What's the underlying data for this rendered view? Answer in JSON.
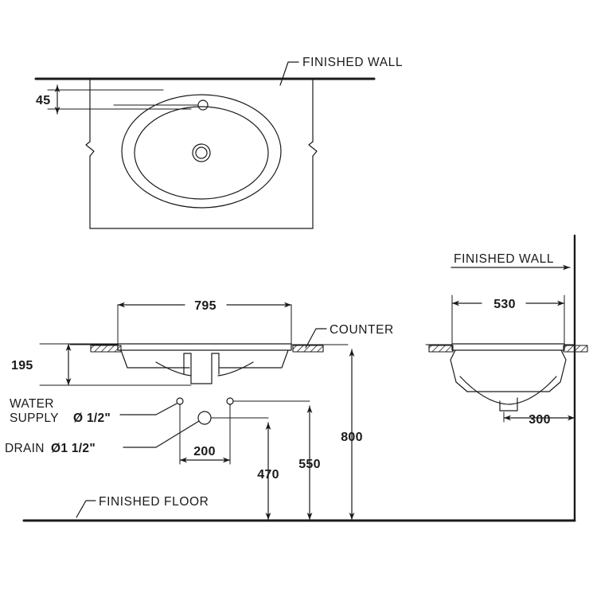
{
  "drawing": {
    "title": "Undercounter Lavatory Installation Drawing",
    "units": "mm",
    "line_color": "#1a1a1a",
    "background": "#ffffff"
  },
  "labels": {
    "finished_wall_plan": "FINISHED  WALL",
    "finished_wall_side": "FINISHED  WALL",
    "finished_floor": "FINISHED  FLOOR",
    "counter": "COUNTER",
    "water_supply_line1": "WATER",
    "water_supply_line2": "SUPPLY",
    "water_supply_dia": "Ø 1/2\"",
    "drain_text": "DRAIN",
    "drain_dia": "Ø1 1/2\""
  },
  "dimensions": {
    "plan_wall_offset": "45",
    "front_width": "795",
    "front_depth": "195",
    "supply_spacing": "200",
    "supply_height": "470",
    "drain_height": "550",
    "counter_height": "800",
    "side_width": "530",
    "side_drain_offset": "300"
  },
  "views": {
    "plan": {
      "name": "plan-view",
      "features": [
        "faucet-hole",
        "drain-outlet",
        "inner-bowl-oval",
        "outer-rim-oval",
        "counter-outline",
        "break-marks"
      ]
    },
    "front_section": {
      "name": "front-section-view",
      "features": [
        "counter-hatch-left",
        "counter-hatch-right",
        "basin-profile",
        "drain-tube",
        "supply-points",
        "drain-point"
      ]
    },
    "side_section": {
      "name": "side-section-view",
      "features": [
        "counter-hatch-left",
        "counter-hatch-right",
        "basin-profile",
        "drain-outlet",
        "wall-line"
      ]
    }
  }
}
